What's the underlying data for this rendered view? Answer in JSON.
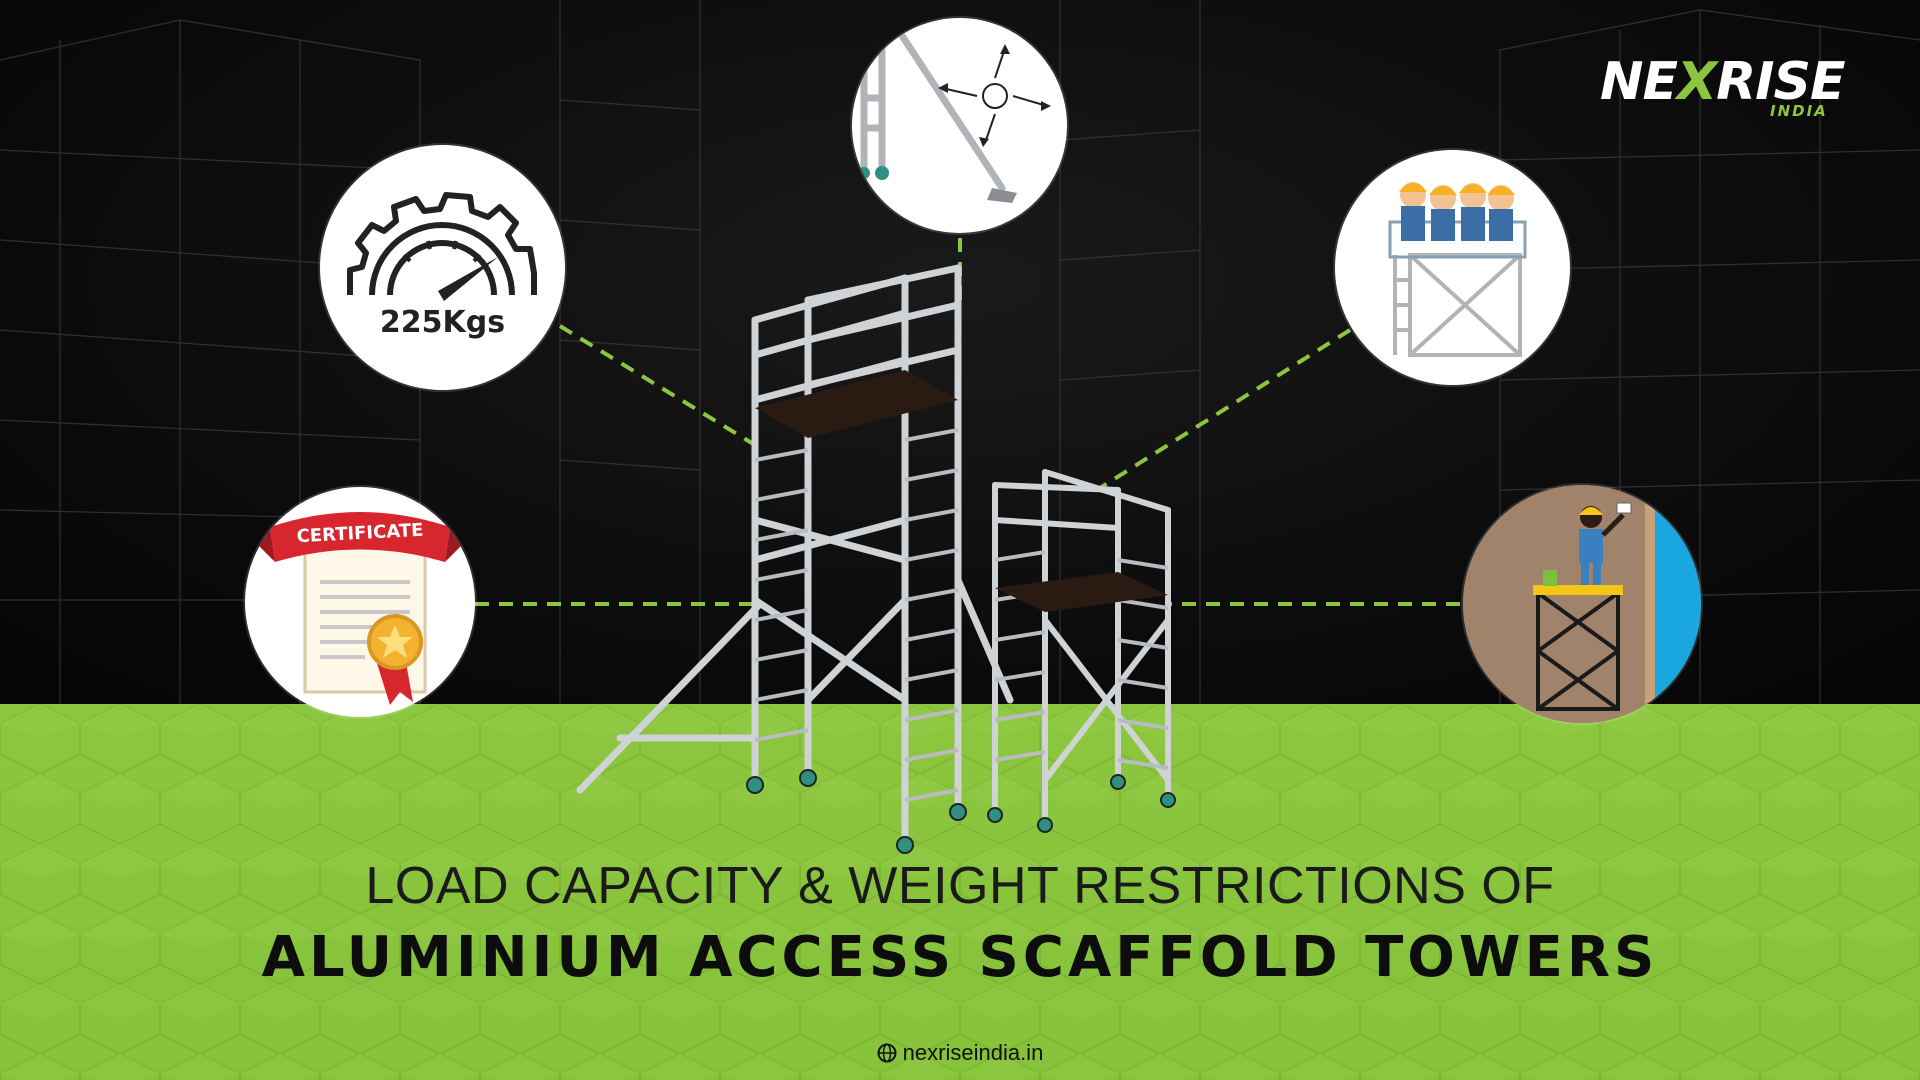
{
  "brand": {
    "logo_pre": "NE",
    "logo_x": "X",
    "logo_post": "RISE",
    "logo_sub": "INDIA",
    "accent_color": "#8cc63f"
  },
  "features": {
    "load_capacity_label": "225Kgs",
    "certificate_label": "CERTIFICATE"
  },
  "icons": [
    "gauge-gear-icon",
    "certificate-icon",
    "stabilizer-arrows-icon",
    "workers-on-platform-icon",
    "painter-on-tower-icon",
    "globe-icon"
  ],
  "headline": {
    "line1": "LOAD CAPACITY & WEIGHT RESTRICTIONS OF",
    "line2": "ALUMINIUM ACCESS SCAFFOLD TOWERS"
  },
  "footer": {
    "website": "nexriseindia.in"
  }
}
